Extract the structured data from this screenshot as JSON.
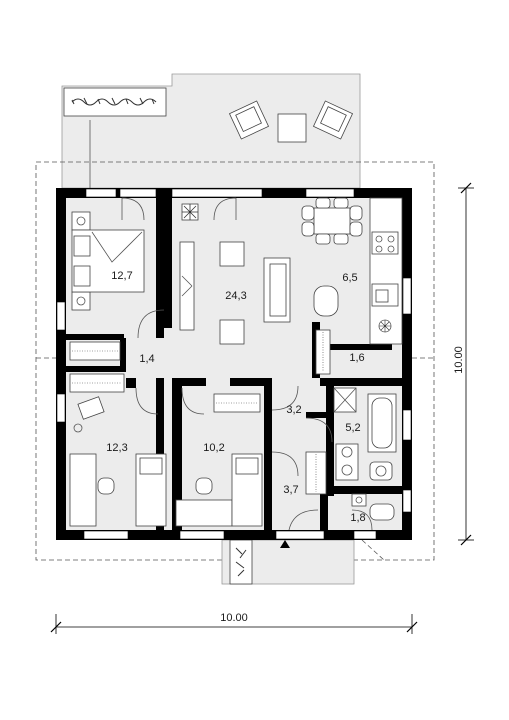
{
  "colors": {
    "floor": "#ececec",
    "wall": "#000000",
    "line": "#555555"
  },
  "rooms": [
    {
      "id": "bedroom-1",
      "area": "12,7"
    },
    {
      "id": "living",
      "area": "24,3"
    },
    {
      "id": "kitchen",
      "area": "6,5"
    },
    {
      "id": "hall",
      "area": "1,4"
    },
    {
      "id": "pantry",
      "area": "1,6"
    },
    {
      "id": "bedroom-2",
      "area": "12,3"
    },
    {
      "id": "bedroom-3",
      "area": "10,2"
    },
    {
      "id": "corridor",
      "area": "3,2"
    },
    {
      "id": "bathroom",
      "area": "5,2"
    },
    {
      "id": "entrance",
      "area": "3,7"
    },
    {
      "id": "wc",
      "area": "1,8"
    }
  ],
  "dimensions": {
    "width": "10.00",
    "height": "10.00"
  }
}
